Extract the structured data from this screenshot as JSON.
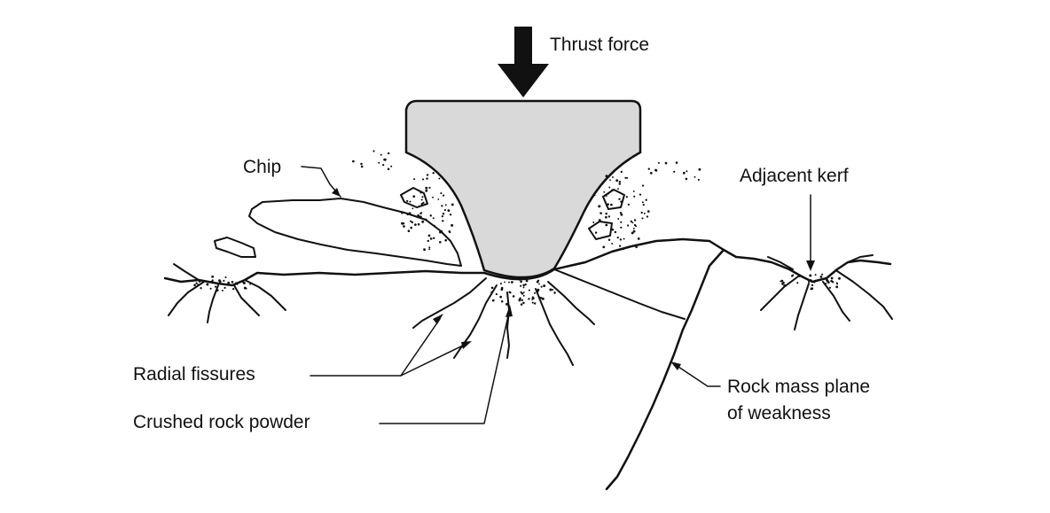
{
  "labels": {
    "thrust_force": "Thrust force",
    "chip": "Chip",
    "adjacent_kerf": "Adjacent kerf",
    "radial_fissures": "Radial fissures",
    "crushed_rock_powder": "Crushed rock powder",
    "plane_of_weakness_line1": "Rock mass plane",
    "plane_of_weakness_line2": "of weakness"
  },
  "colors": {
    "ink": "#111111",
    "cutter_fill": "#d9d9d9",
    "background": "#ffffff"
  }
}
